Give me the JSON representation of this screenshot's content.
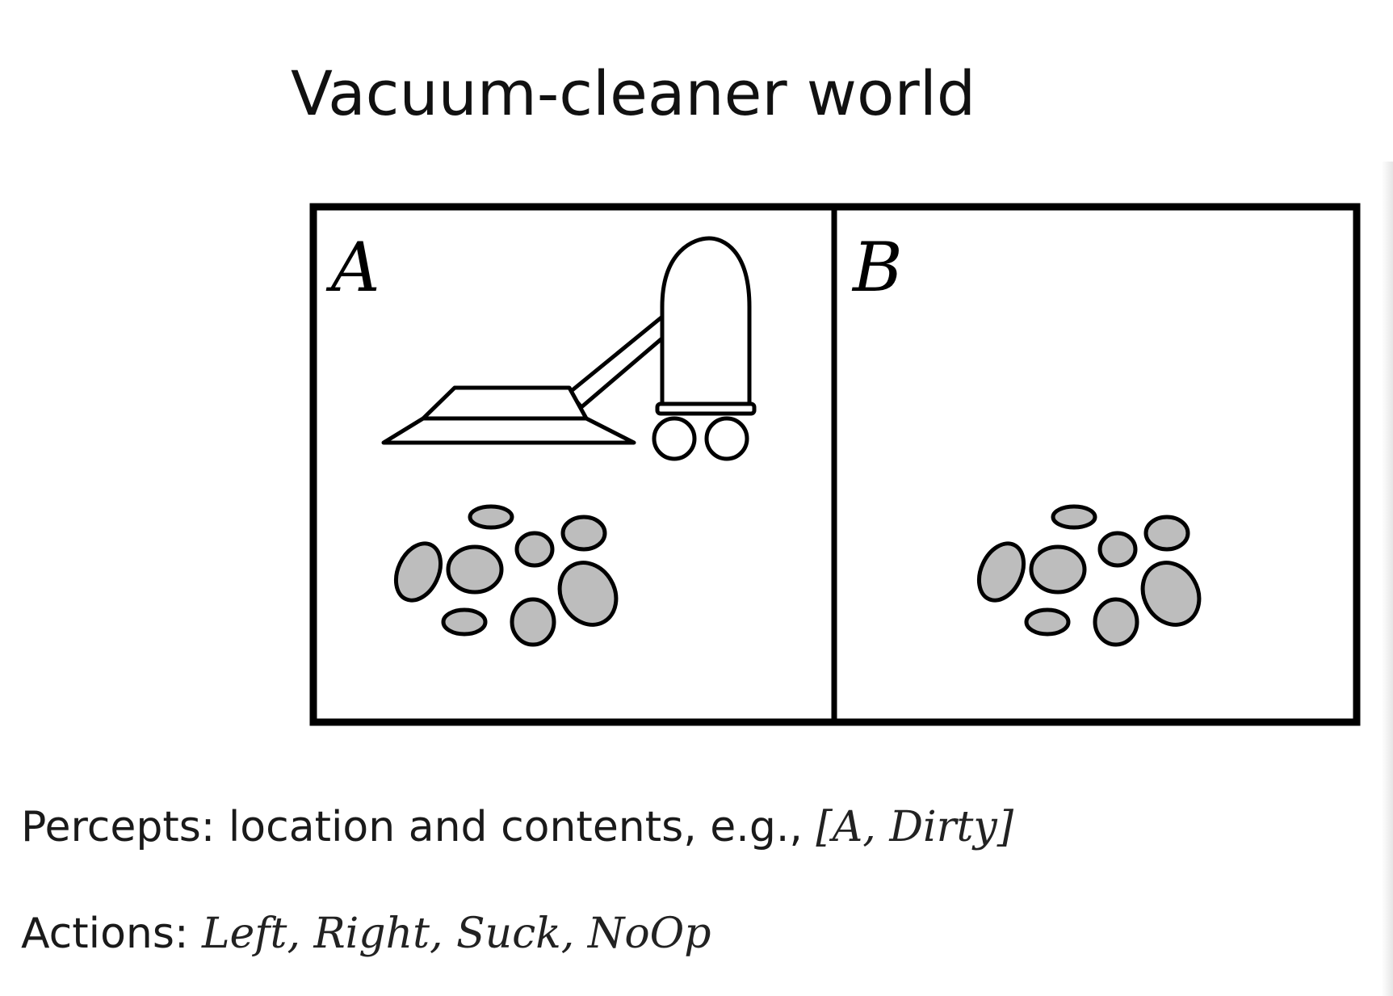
{
  "slide": {
    "title": "Vacuum-cleaner world"
  },
  "diagram": {
    "squares": [
      {
        "label": "A",
        "has_dirt": true,
        "has_vacuum": true
      },
      {
        "label": "B",
        "has_dirt": true,
        "has_vacuum": false
      }
    ],
    "colors": {
      "outline": "#000000",
      "dirt_fill": "#bdbdbd",
      "background": "#ffffff"
    }
  },
  "percepts": {
    "label": "Percepts: location and contents, e.g.,",
    "example": "[A, Dirty]"
  },
  "actions": {
    "label": "Actions:",
    "list": "Left, Right, Suck, NoOp"
  }
}
